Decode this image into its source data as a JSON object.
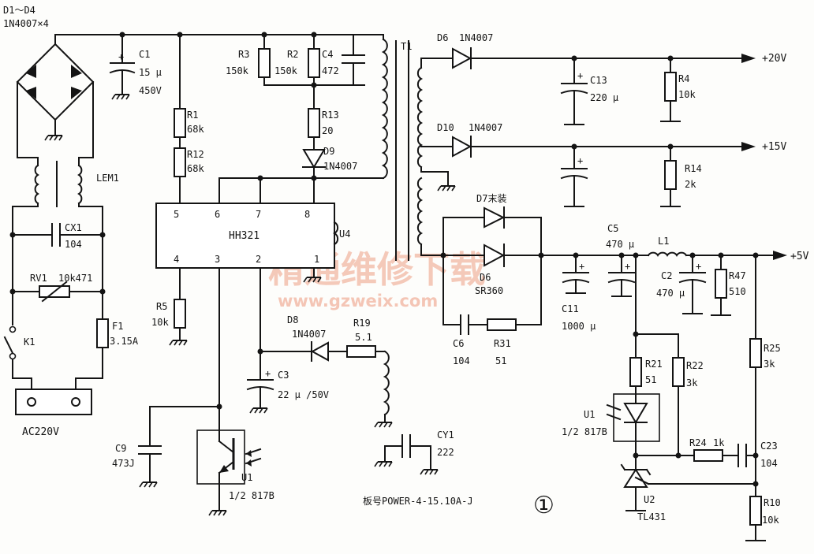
{
  "bridge": {
    "ref": "D1～D4",
    "part": "1N4007×4"
  },
  "c1": {
    "ref": "C1",
    "value": "15 μ",
    "volt": "450V"
  },
  "r3": {
    "ref": "R3",
    "value": "150k"
  },
  "r2": {
    "ref": "R2",
    "value": "150k"
  },
  "c4": {
    "ref": "C4",
    "value": "472"
  },
  "r13": {
    "ref": "R13",
    "value": "20"
  },
  "d9": {
    "ref": "D9",
    "part": "1N4007"
  },
  "r1": {
    "ref": "R1",
    "value": "68k"
  },
  "r12": {
    "ref": "R12",
    "value": "68k"
  },
  "lem": {
    "ref": "LEM1"
  },
  "cx1": {
    "ref": "CX1",
    "value": "104"
  },
  "rv1": {
    "ref": "RV1",
    "value": "10k471"
  },
  "f1": {
    "ref": "F1",
    "value": "3.15A"
  },
  "k1": {
    "ref": "K1"
  },
  "ac": {
    "label": "AC220V"
  },
  "ic": {
    "ref": "HH321",
    "pin5": "5",
    "pin6": "6",
    "pin7": "7",
    "pin8": "8",
    "pin4": "4",
    "pin3": "3",
    "pin2": "2",
    "pin1": "1"
  },
  "u4": {
    "ref": "U4"
  },
  "r5": {
    "ref": "R5",
    "value": "10k"
  },
  "d8": {
    "ref": "D8",
    "part": "1N4007"
  },
  "r19": {
    "ref": "R19",
    "value": "5.1"
  },
  "c3": {
    "ref": "C3",
    "value": "22 μ /50V"
  },
  "c9": {
    "ref": "C9",
    "value": "473J"
  },
  "u1a": {
    "ref": "U1",
    "part": "1/2 817B"
  },
  "cy1": {
    "ref": "CY1",
    "value": "222"
  },
  "t1": {
    "ref": "T1"
  },
  "d6a": {
    "ref": "D6",
    "part": "1N4007"
  },
  "c13": {
    "ref": "C13",
    "value": "220 μ"
  },
  "r4": {
    "ref": "R4",
    "value": "10k"
  },
  "out20": "+20V",
  "d10": {
    "ref": "D10",
    "part": "1N4007"
  },
  "r14": {
    "ref": "R14",
    "value": "2k"
  },
  "out15": "+15V",
  "d7": {
    "ref": "D7末装"
  },
  "d6b": {
    "ref": "D6",
    "part": "SR360"
  },
  "c5": {
    "ref": "C5",
    "value": "470 μ"
  },
  "l1": {
    "ref": "L1"
  },
  "out5": "+5V",
  "c11": {
    "ref": "C11",
    "value": "1000 μ"
  },
  "c2": {
    "ref": "C2",
    "value": "470 μ"
  },
  "r47": {
    "ref": "R47",
    "value": "510"
  },
  "c6": {
    "ref": "C6",
    "value": "104"
  },
  "r31": {
    "ref": "R31",
    "value": "51"
  },
  "r21": {
    "ref": "R21",
    "value": "51"
  },
  "r22": {
    "ref": "R22",
    "value": "3k"
  },
  "r25": {
    "ref": "R25",
    "value": "3k"
  },
  "u1b": {
    "ref": "U1",
    "part": "1/2 817B"
  },
  "r24": {
    "ref": "R24",
    "value": "1k"
  },
  "c23": {
    "ref": "C23",
    "value": "104"
  },
  "u2": {
    "ref": "U2",
    "part": "TL431"
  },
  "r10": {
    "ref": "R10",
    "value": "10k"
  },
  "board": "板号POWER-4-15.10A-J",
  "figure": "①",
  "watermark": {
    "cn": "精通维修下载",
    "url": "www.gzweix.com"
  }
}
